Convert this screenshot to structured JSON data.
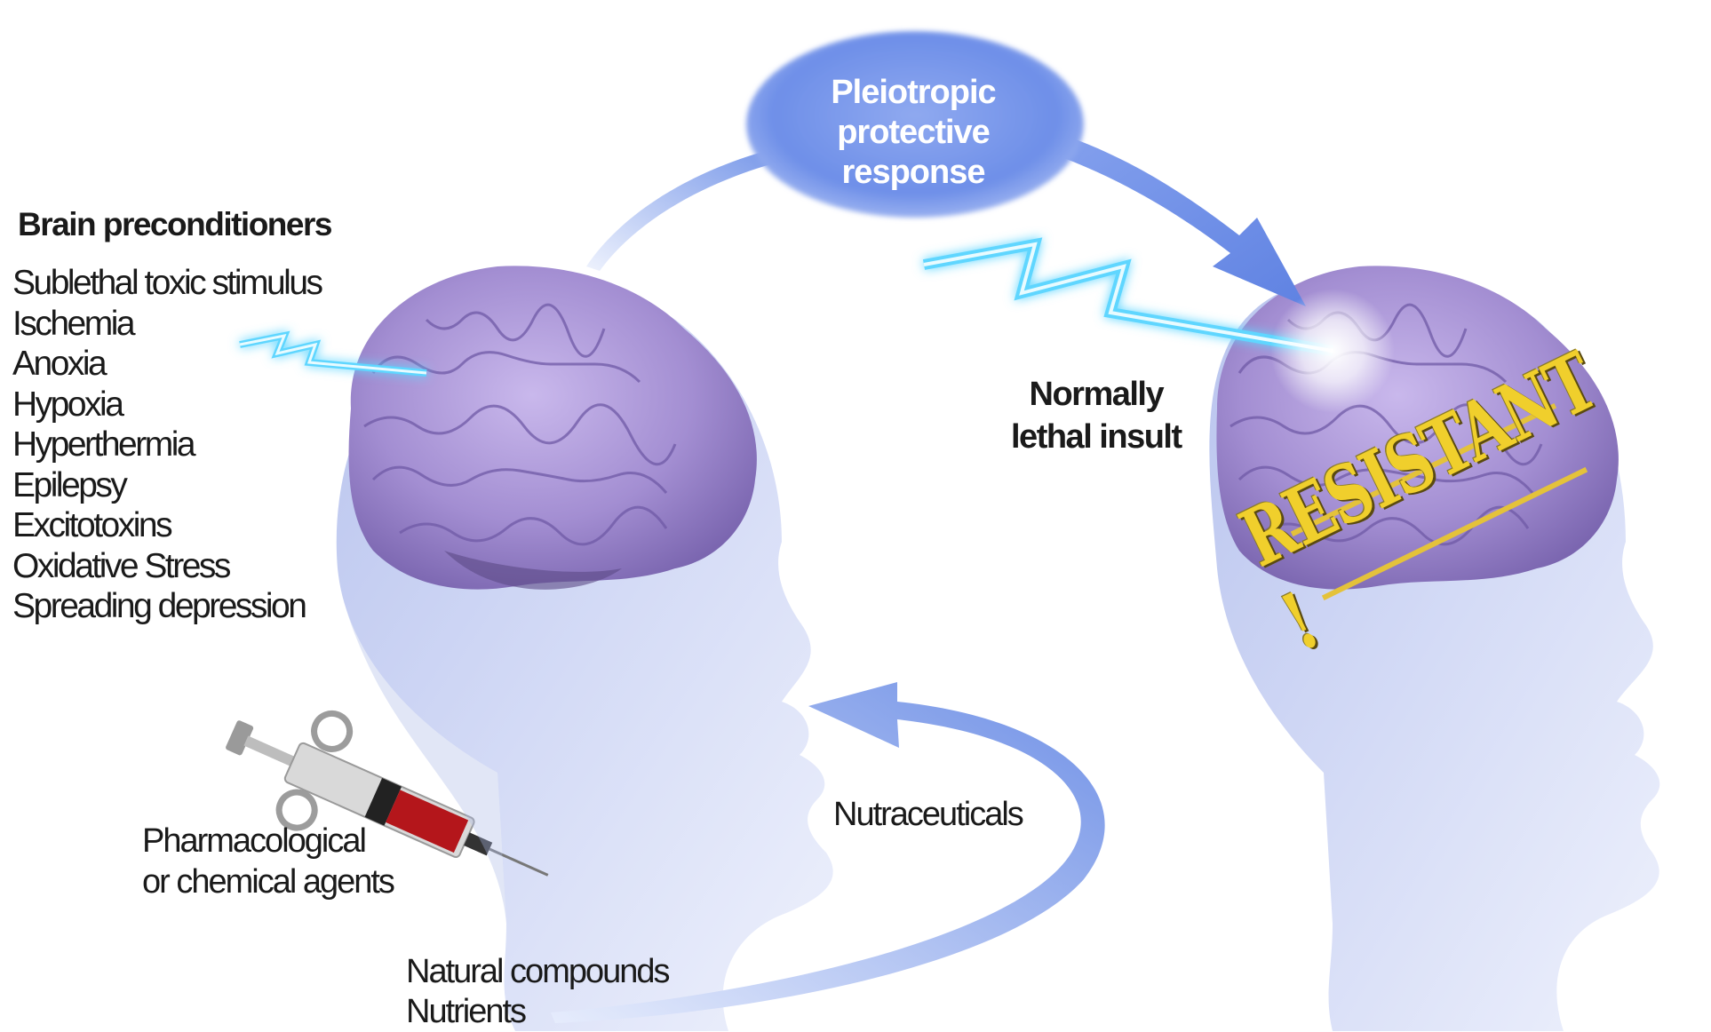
{
  "left_panel": {
    "title": "Brain preconditioners",
    "stimuli": [
      "Sublethal toxic stimulus",
      "Ischemia",
      "Anoxia",
      "Hypoxia",
      "Hyperthermia",
      "Epilepsy",
      "Excitotoxins",
      "Oxidative Stress",
      "Spreading depression"
    ]
  },
  "pharmacological": {
    "line1": "Pharmacological",
    "line2": "or chemical agents"
  },
  "natural": {
    "line1": "Natural compounds",
    "line2": "Nutrients"
  },
  "nutraceuticals": "Nutraceuticals",
  "insult": {
    "line1": "Normally",
    "line2": "lethal insult"
  },
  "pleiotropic": {
    "line1": "Pleiotropic",
    "line2": "protective",
    "line3": "response"
  },
  "stamp_text": "RESISTANT !",
  "colors": {
    "arrow": "#6d8ee6",
    "cloud": "#6f90e8",
    "brain": "#a48fd0",
    "head": "#c6cff0",
    "lightning": "#5fd6ff",
    "stamp": "#f0cf2c"
  },
  "icons": [
    "brain-icon",
    "head-silhouette-icon",
    "lightning-bolt-icon",
    "syringe-icon",
    "cloud-icon",
    "arrow-icon"
  ]
}
